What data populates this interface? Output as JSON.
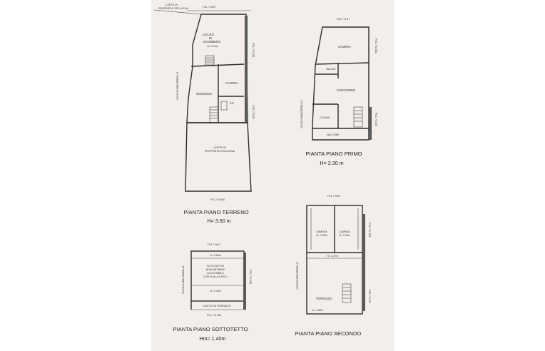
{
  "ground": {
    "title": "PIANTA PIANO TERRENO",
    "height": "H= 3.60 m",
    "corte_top": [
      "CORTE IN",
      "PROPRIETA' ESCLUSIVA"
    ],
    "fgl_top": "FGL 7 N.57",
    "fgl_right": "FGL 7 N.381",
    "fgl_right2": "FGL 7 N.55",
    "fgl_bottom": "FGL 7 N.380",
    "vicolo": "VICOLO MONTEBELLO",
    "locale": [
      "LOCALE",
      "DI",
      "SGOMBERO",
      "H= 2.10m"
    ],
    "cantina": "CANTINA",
    "ingresso": "INGRESSO",
    "rip": "RIP",
    "corte_bottom": [
      "CORTE IN",
      "PROPRIETA' ESCLUSIVA"
    ]
  },
  "first": {
    "title": "PIANTA PIANO PRIMO",
    "height": "H= 2.30 m",
    "fgl_top": "FGL 7 N.57",
    "fgl_right": "FGL 7 N.381",
    "fgl_right2": "FGL 7 N.55",
    "vicolo": "VICOLO MONTEBELLO",
    "camera": "CAMERA",
    "bagno": "BAGNO",
    "soggiorno": "SOGGIORNO",
    "cucina": "CUCINA",
    "balcone": "BALCONE"
  },
  "attic": {
    "title": "PIANTA PIANO SOTTOTETTO",
    "height": "Hm= 1.40m",
    "fgl_top": "FGL 7 N.57",
    "fgl_right": "FGL 7 N.381",
    "fgl_bottom": "FGL 7 N.380",
    "vicolo": "VICOLO MONTEBELLO",
    "h_top": "H= 0.50m",
    "desc": [
      "SOTTOTETTO",
      "NON ABITABILE",
      "ACCESSIBILE",
      "CON SCALA A PIOLI"
    ],
    "h_bottom": "H= 2.30m",
    "vuoto": "VUOTO SU TERRAZZO"
  },
  "second": {
    "title": "PIANTA PIANO SECONDO",
    "fgl_top": "FGL 7 N.57",
    "fgl_right": "FGL 7 N.381",
    "fgl_right2": "FGL 7 N.55",
    "vicolo": "VICOLO MONTEBELLO",
    "camera1": [
      "CAMERA",
      "H= 2.30m"
    ],
    "camera2": [
      "CAMERA",
      "H= 2.30m"
    ],
    "h_mid": "H= 4.70m",
    "terrazzo": "TERRAZZO",
    "h_bottom": "H= 1.80m"
  }
}
